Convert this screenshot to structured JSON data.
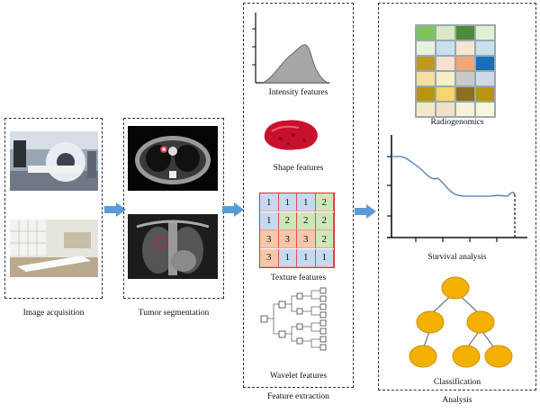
{
  "labels": {
    "image_acquisition": "Image acquisition",
    "tumor_segmentation": "Tumor segmentation",
    "feature_extraction": "Feature extraction",
    "analysis": "Analysis",
    "intensity_features": "Intensity features",
    "shape_features": "Shape features",
    "texture_features": "Texture features",
    "wavelet_features": "Wavelet features",
    "radiogenomics": "Radiogenomics",
    "survival_analysis": "Survival analysis",
    "classification": "Classification"
  },
  "texture_matrix": [
    [
      "1",
      "1",
      "1",
      "2"
    ],
    [
      "1",
      "2",
      "2",
      "2"
    ],
    [
      "3",
      "3",
      "3",
      "2"
    ],
    [
      "3",
      "1",
      "1",
      "1"
    ]
  ],
  "texture_colors": {
    "1": "#c6d9ef",
    "2": "#cfe6b8",
    "3": "#f2c8a8"
  },
  "heatmap_colors": [
    [
      "#7cc35a",
      "#dbe9c4",
      "#4f8a3a",
      "#e2efd3"
    ],
    [
      "#e8f0e0",
      "#c7dfee",
      "#f7e4d4",
      "#c7dfee"
    ],
    [
      "#c09a1d",
      "#f9e0cf",
      "#f2a77b",
      "#1a6db8"
    ],
    [
      "#f3e0a2",
      "#f5f0c8",
      "#c9c9c9",
      "#cfd9ea"
    ],
    [
      "#b8940f",
      "#f6d56a",
      "#8a7020",
      "#b8940f"
    ],
    [
      "#f7e7c9",
      "#f3dec8",
      "#f7f2d8",
      "#fbf5dc"
    ]
  ],
  "colors": {
    "arrow": "#5b9bd5",
    "tumor": "#c8102e",
    "tree_node": "#f4b000",
    "histogram": "#a6a6a6",
    "survival_line": "#4a7fb5"
  }
}
